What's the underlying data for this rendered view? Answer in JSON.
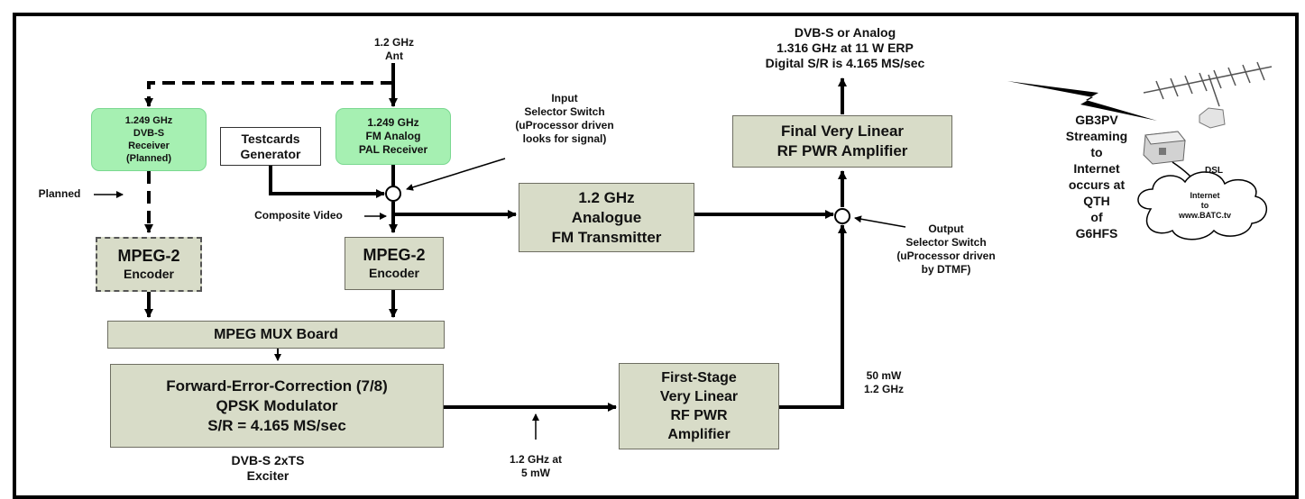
{
  "colors": {
    "block_fill": "#d8dcc8",
    "receiver_fill": "#a6f0b2",
    "line": "#000000"
  },
  "icons": [
    "antenna-icon",
    "computer-icon",
    "modem-icon",
    "cloud-icon",
    "lightning-icon"
  ],
  "nodes": {
    "ant": [
      "1.2 GHz",
      "Ant"
    ],
    "dvbs_receiver": [
      "1.249 GHz",
      "DVB-S",
      "Receiver",
      "(Planned)"
    ],
    "fm_receiver": [
      "1.249 GHz",
      "FM Analog",
      "PAL Receiver"
    ],
    "testcards": [
      "Testcards",
      "Generator"
    ],
    "input_switch": [
      "Input",
      "Selector Switch",
      "(uProcessor driven",
      "looks for signal)"
    ],
    "planned": "Planned",
    "composite_video": "Composite Video",
    "mpeg2_left": [
      "MPEG-2",
      "Encoder"
    ],
    "mpeg2_right": [
      "MPEG-2",
      "Encoder"
    ],
    "fm_transmitter": [
      "1.2 GHz",
      "Analogue",
      "FM Transmitter"
    ],
    "final_amp": [
      "Final Very Linear",
      "RF PWR Amplifier"
    ],
    "output_text": [
      "DVB-S or Analog",
      "1.316 GHz at 11 W ERP",
      "Digital S/R is 4.165 MS/sec"
    ],
    "output_switch": [
      "Output",
      "Selector Switch",
      "(uProcessor driven",
      "by DTMF)"
    ],
    "mux": "MPEG MUX Board",
    "fec": [
      "Forward-Error-Correction (7/8)",
      "QPSK Modulator",
      "S/R = 4.165 MS/sec"
    ],
    "exciter": [
      "DVB-S 2xTS",
      "Exciter"
    ],
    "first_amp": [
      "First-Stage",
      "Very Linear",
      "RF PWR",
      "Amplifier"
    ],
    "level_5mw": [
      "1.2 GHz at",
      "5 mW"
    ],
    "level_50mw": [
      "50 mW",
      "1.2 GHz"
    ],
    "streaming": [
      "GB3PV",
      "Streaming",
      "to",
      "Internet",
      "occurs at",
      "QTH",
      "of",
      "G6HFS"
    ],
    "dsl": "DSL",
    "internet": [
      "Internet",
      "to",
      "www.BATC.tv"
    ]
  }
}
